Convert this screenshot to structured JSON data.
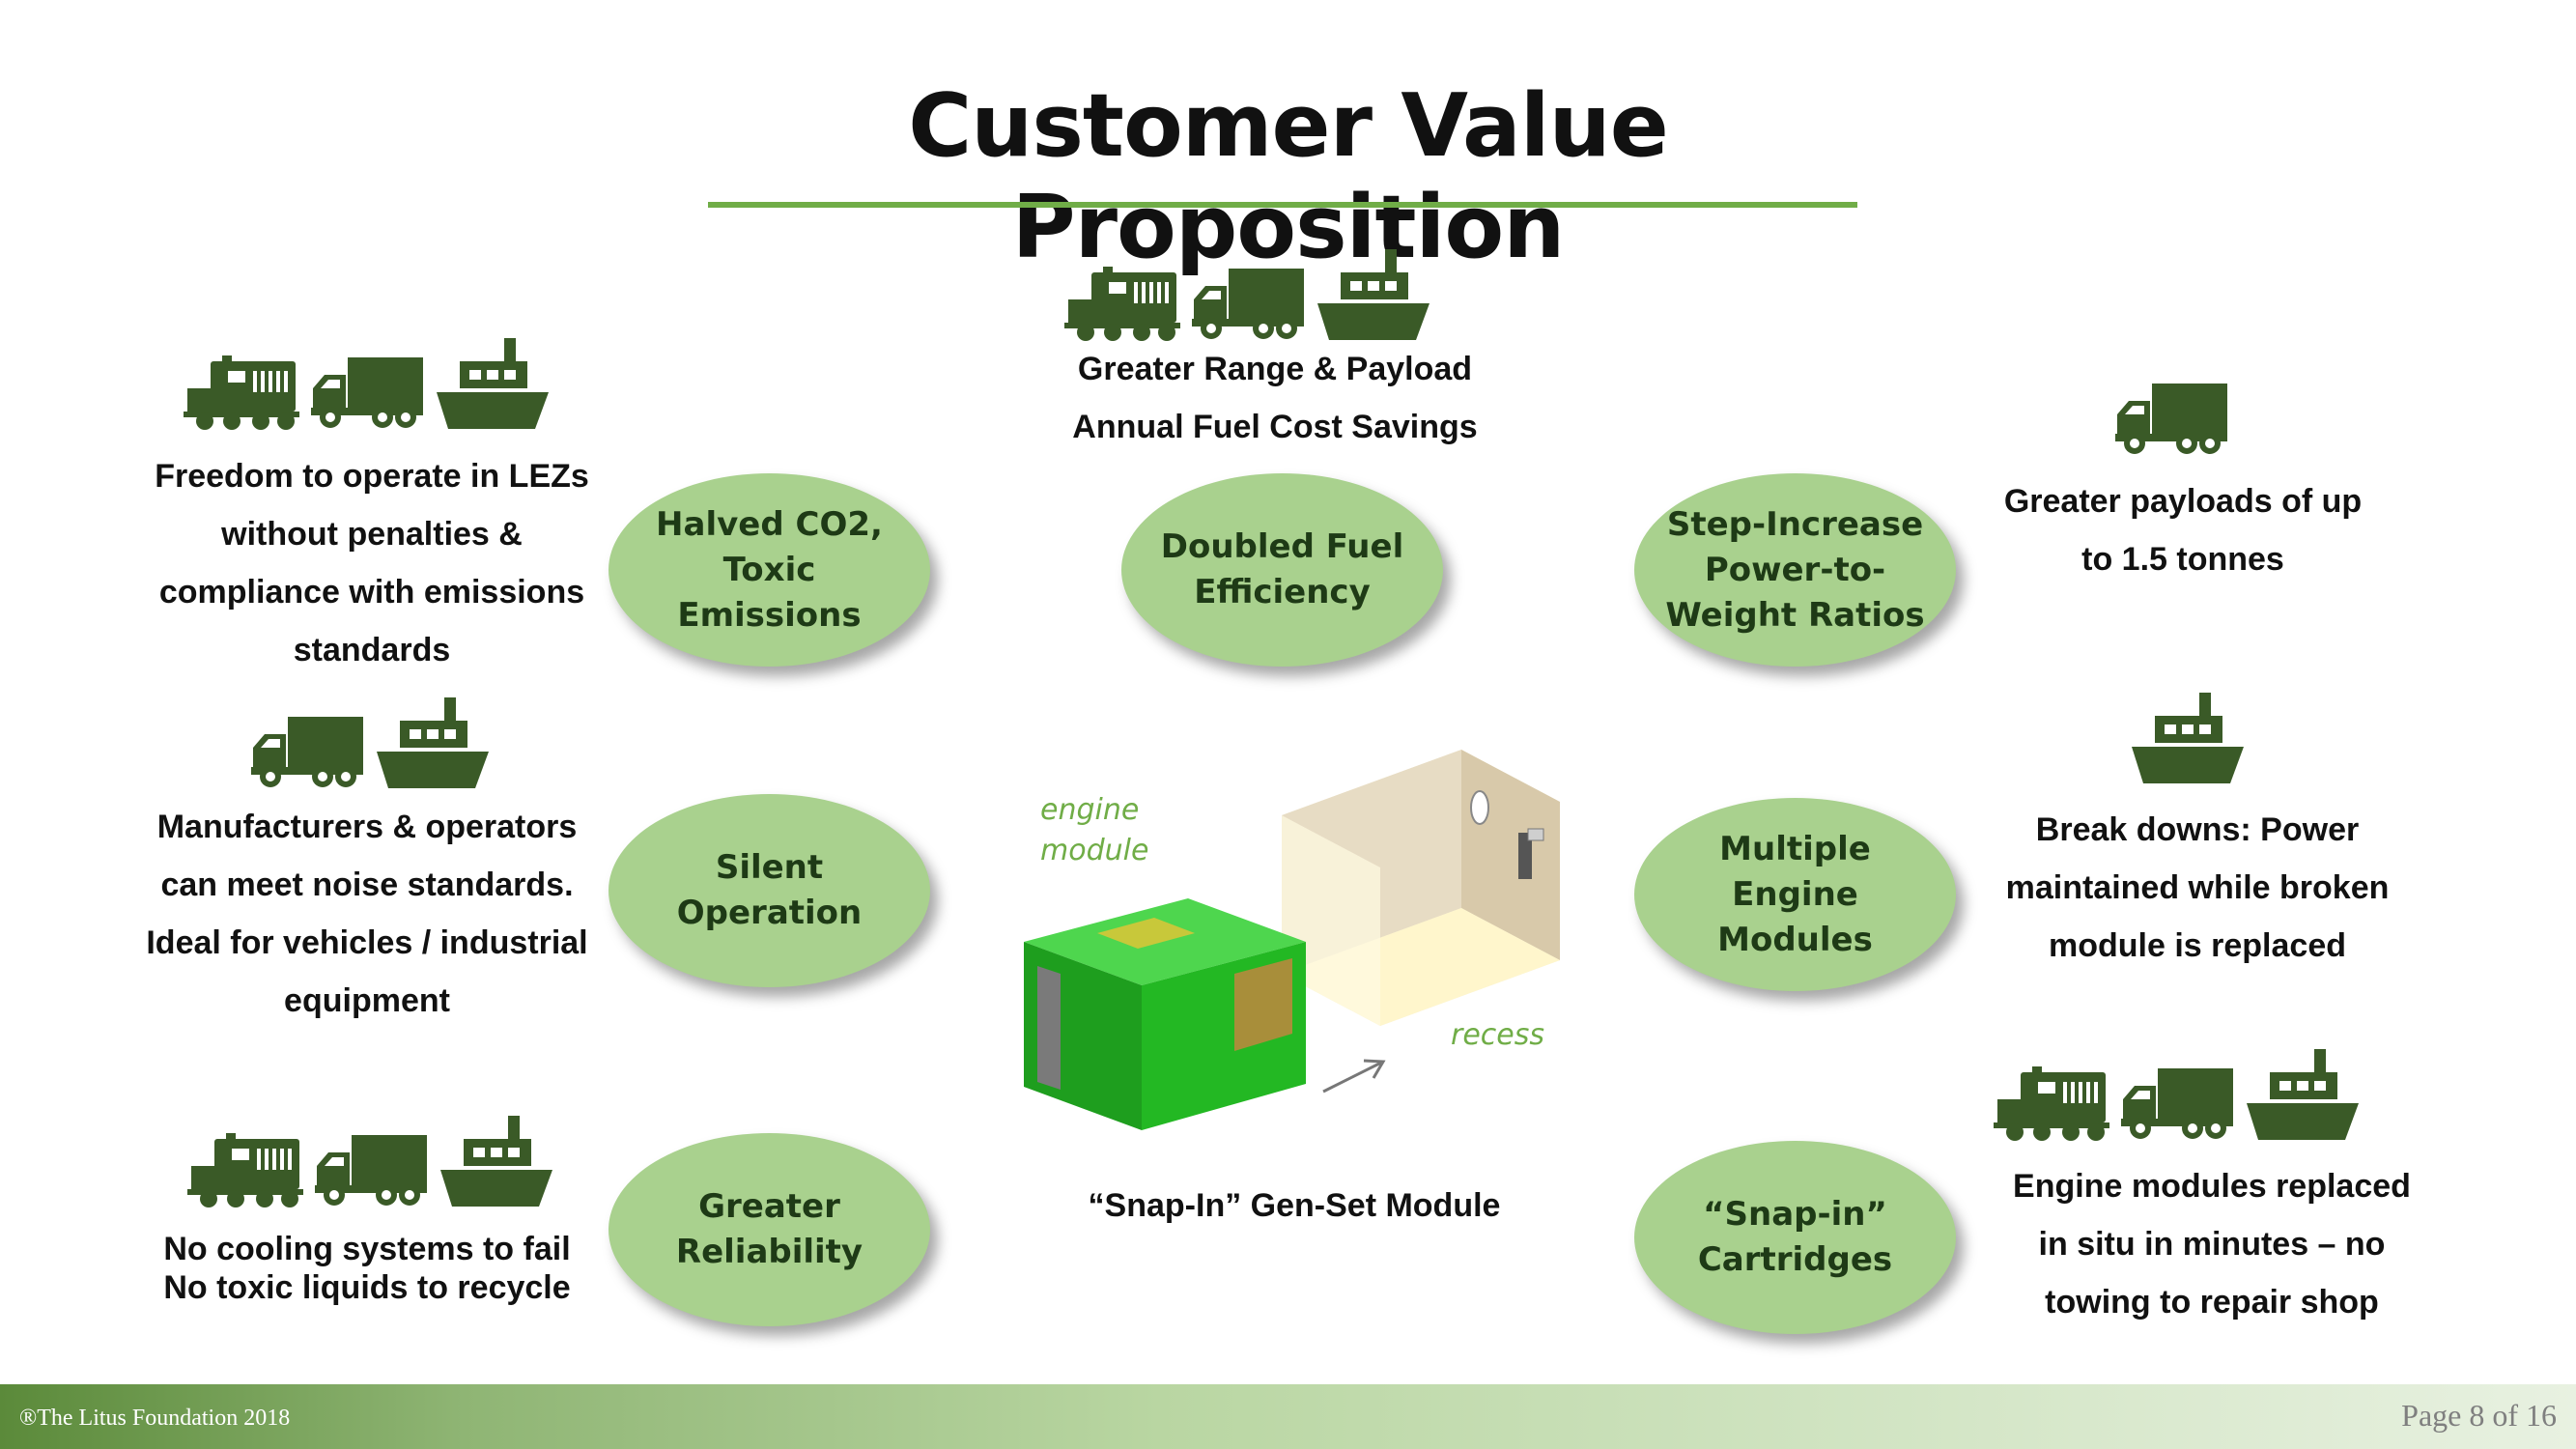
{
  "title": "Customer Value Proposition",
  "ellipses": {
    "halved_co2": "Halved CO2, Toxic Emissions",
    "doubled_fuel": "Doubled Fuel Efficiency",
    "step_increase": "Step-Increase Power-to-Weight Ratios",
    "silent": "Silent Operation",
    "multiple_engine": "Multiple Engine Modules",
    "reliability": "Greater Reliability",
    "snapin_cartridges": "“Snap-in” Cartridges"
  },
  "text": {
    "top_center_1": "Greater Range & Payload",
    "top_center_2": "Annual Fuel Cost Savings",
    "left_1": "Freedom to operate in LEZs without penalties & compliance with emissions standards",
    "left_2": "Manufacturers & operators can meet noise standards. Ideal for vehicles / industrial equipment",
    "left_3a": "No cooling systems to fail",
    "left_3b": "No toxic liquids to recycle",
    "right_1": "Greater payloads of up to 1.5 tonnes",
    "right_2": "Break downs: Power maintained while broken module is replaced",
    "right_3": "Engine modules replaced in situ in minutes – no towing to repair shop",
    "module_caption": "“Snap-In” Gen-Set Module"
  },
  "diagram_labels": {
    "engine": "engine",
    "module": "module",
    "recess": "recess"
  },
  "icons": {
    "top_center": [
      "locomotive-icon",
      "truck-icon",
      "ship-icon"
    ],
    "left_1": [
      "locomotive-icon",
      "truck-icon",
      "ship-icon"
    ],
    "left_2": [
      "truck-icon",
      "ship-icon"
    ],
    "left_3": [
      "locomotive-icon",
      "truck-icon",
      "ship-icon"
    ],
    "right_1": [
      "truck-icon"
    ],
    "right_2": [
      "ship-icon"
    ],
    "right_3": [
      "locomotive-icon",
      "truck-icon",
      "ship-icon"
    ]
  },
  "colors": {
    "accent_green": "#70ad47",
    "ellipse_fill": "#a9d18e",
    "icon_green": "#3a5a27",
    "module_green": "#1fb025"
  },
  "footer": {
    "copyright": "®The Litus Foundation 2018",
    "page": "Page 8 of 16"
  }
}
